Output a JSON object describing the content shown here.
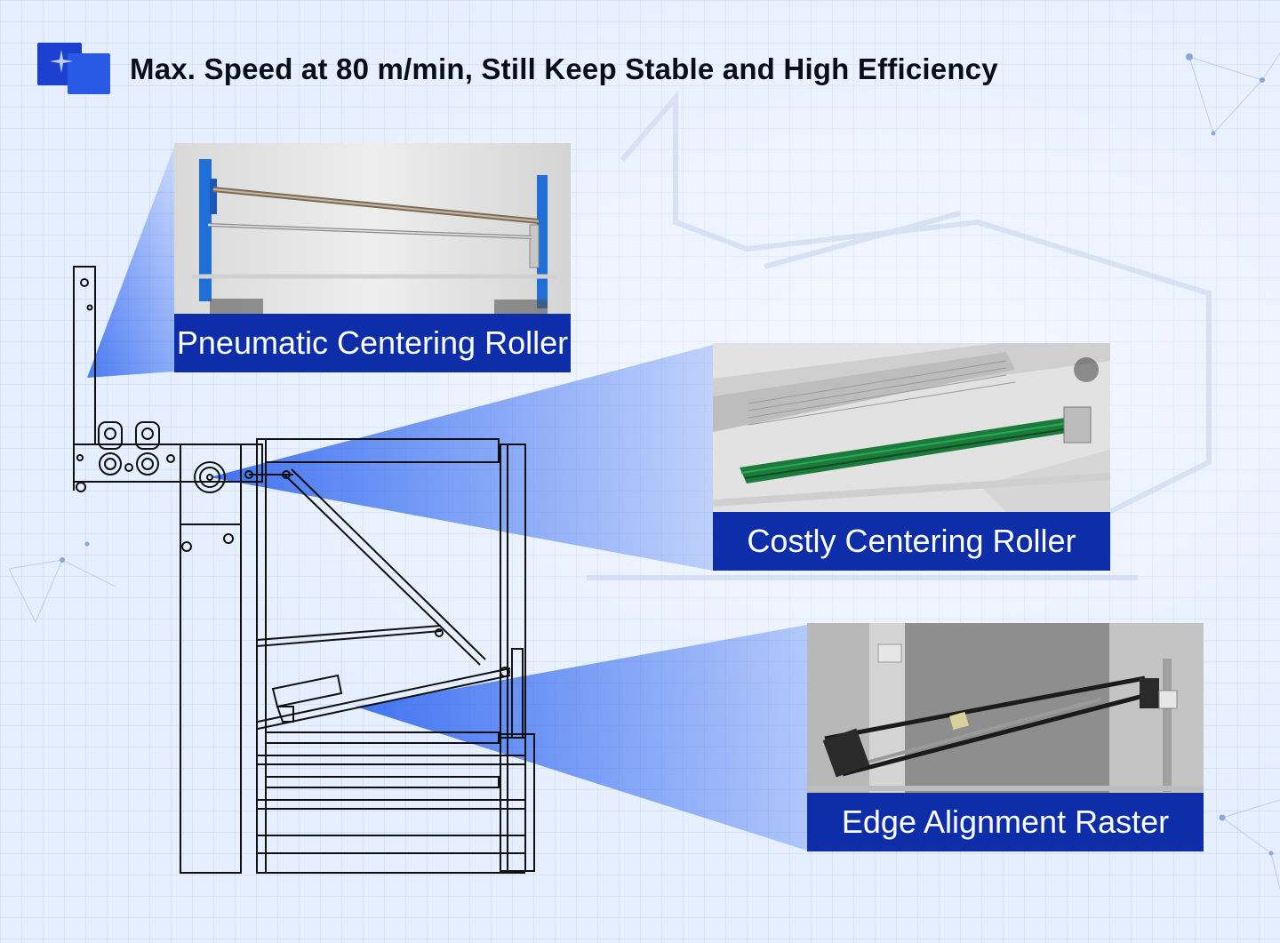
{
  "header": {
    "title": "Max. Speed at 80 m/min, Still Keep Stable and High Efficiency",
    "logo_icon": "sparkle-logo-icon"
  },
  "callouts": [
    {
      "id": "pneumatic",
      "label": "Pneumatic Centering Roller"
    },
    {
      "id": "costly",
      "label": "Costly Centering Roller"
    },
    {
      "id": "edge",
      "label": "Edge Alignment Raster"
    }
  ],
  "colors": {
    "accent": "#0d2ea8",
    "beam": "#2f66f0",
    "background": "#e6efff",
    "logo": "#1d3fd0",
    "frame_blue": "#1f6fd6",
    "roller_green": "#1c7a3c"
  }
}
